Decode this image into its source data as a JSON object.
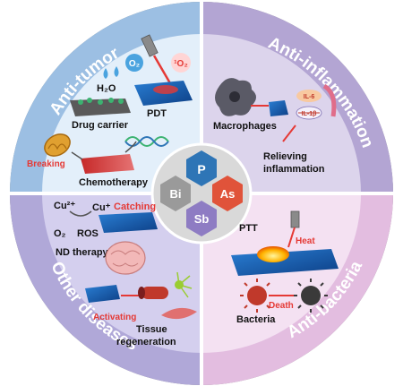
{
  "quadrants": {
    "top_left": {
      "title": "Anti-tumor",
      "color": "#dcebf7"
    },
    "top_right": {
      "title": "Anti-inflammation",
      "color": "#d6cde8"
    },
    "bottom_left": {
      "title": "Other diseases",
      "color": "#cfcaea"
    },
    "bottom_right": {
      "title": "Anti-bacteria",
      "color": "#f1dcef"
    }
  },
  "center": {
    "elements": [
      {
        "symbol": "P",
        "color": "#2e75b6"
      },
      {
        "symbol": "As",
        "color": "#e0533a"
      },
      {
        "symbol": "Sb",
        "color": "#8e7cc3"
      },
      {
        "symbol": "Bi",
        "color": "#9a9a9a"
      }
    ]
  },
  "anti_tumor": {
    "o2": "O₂",
    "singlet_o2": "¹O₂",
    "h2o": "H₂O",
    "pdt": "PDT",
    "drug_carrier": "Drug carrier",
    "breaking": "Breaking",
    "chemotherapy": "Chemotherapy"
  },
  "anti_inflammation": {
    "macrophages": "Macrophages",
    "il6": "IL-6",
    "il10": "IL-1β",
    "relieving": "Relieving",
    "inflammation": "inflammation"
  },
  "other_diseases": {
    "cu2": "Cu²⁺",
    "cu1": "Cu⁺",
    "catching": "Catching",
    "o2": "O₂",
    "ros": "ROS",
    "nd_therapy": "ND therapy",
    "activating": "Activating",
    "tissue": "Tissue",
    "regeneration": "regeneration"
  },
  "anti_bacteria": {
    "ptt": "PTT",
    "heat": "Heat",
    "death": "Death",
    "bacteria": "Bacteria"
  }
}
